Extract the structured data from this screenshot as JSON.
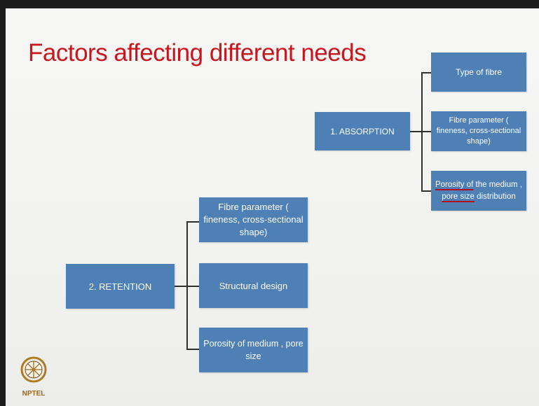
{
  "title": "Factors affecting different needs",
  "absorption": {
    "root": "1. ABSORPTION",
    "children": {
      "type_of_fibre": "Type of fibre",
      "fibre_parameter": "Fibre parameter ( fineness, cross-sectional shape)",
      "porosity_a": "Porosity of",
      "porosity_b": " the medium ,",
      "pore_size": "pore size",
      "distribution": " distribution"
    }
  },
  "retention": {
    "root": "2. RETENTION",
    "children": {
      "fibre_parameter": "Fibre parameter ( fineness, cross-sectional shape)",
      "structural_design": "Structural design",
      "porosity": "Porosity of medium , pore size"
    }
  },
  "logo": {
    "text": "NPTEL"
  },
  "colors": {
    "title": "#c8161e",
    "box": "#4e7fb5",
    "connector": "#2f2f2f",
    "background": "#f4f4f2"
  }
}
